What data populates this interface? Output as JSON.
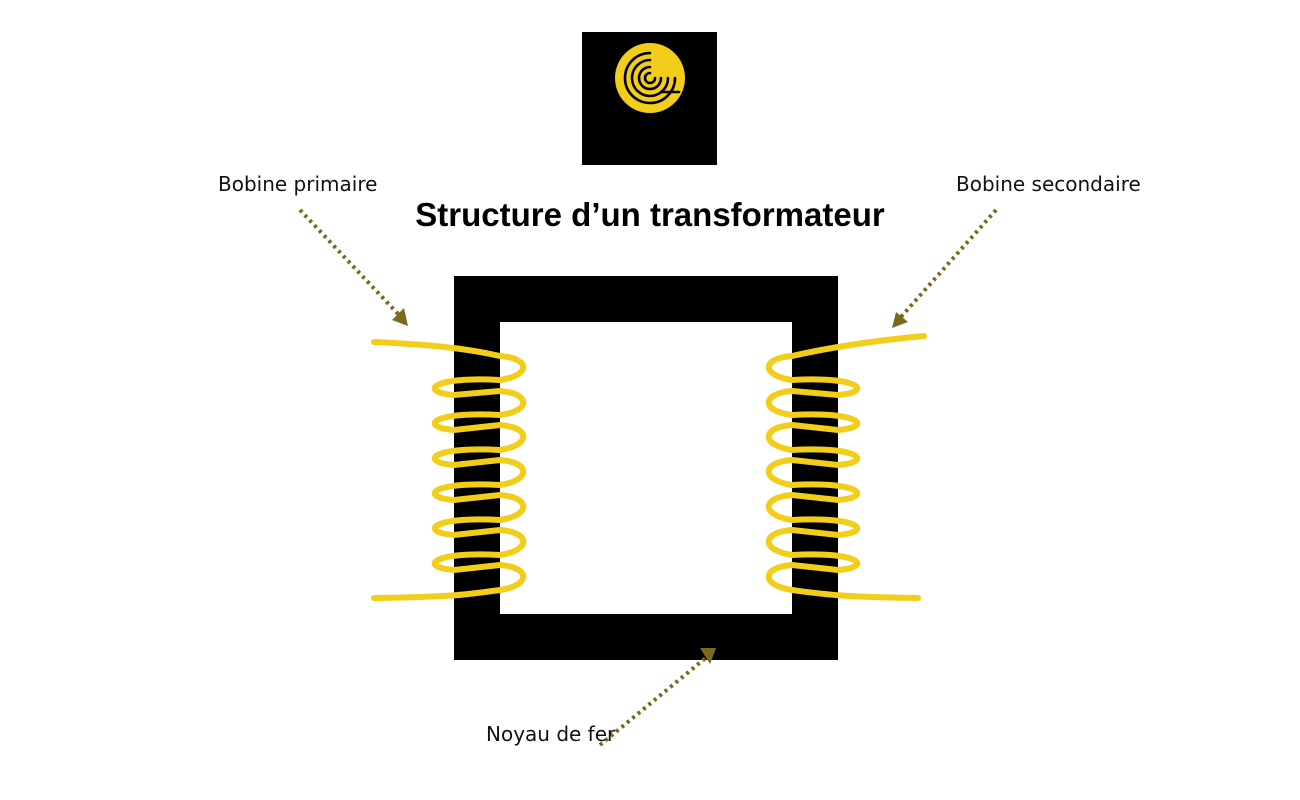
{
  "title": "Structure d’un transformateur",
  "labels": {
    "primary_coil": "Bobine primaire",
    "secondary_coil": "Bobine secondaire",
    "iron_core": "Noyau de fer"
  },
  "colors": {
    "core": "#000000",
    "coil": "#f2cd1a",
    "arrow": "#7a6a1e",
    "logo_bg": "#000000",
    "logo_disc": "#f2cd1a"
  },
  "icons": {
    "logo": "concentric-circles-logo-icon"
  }
}
